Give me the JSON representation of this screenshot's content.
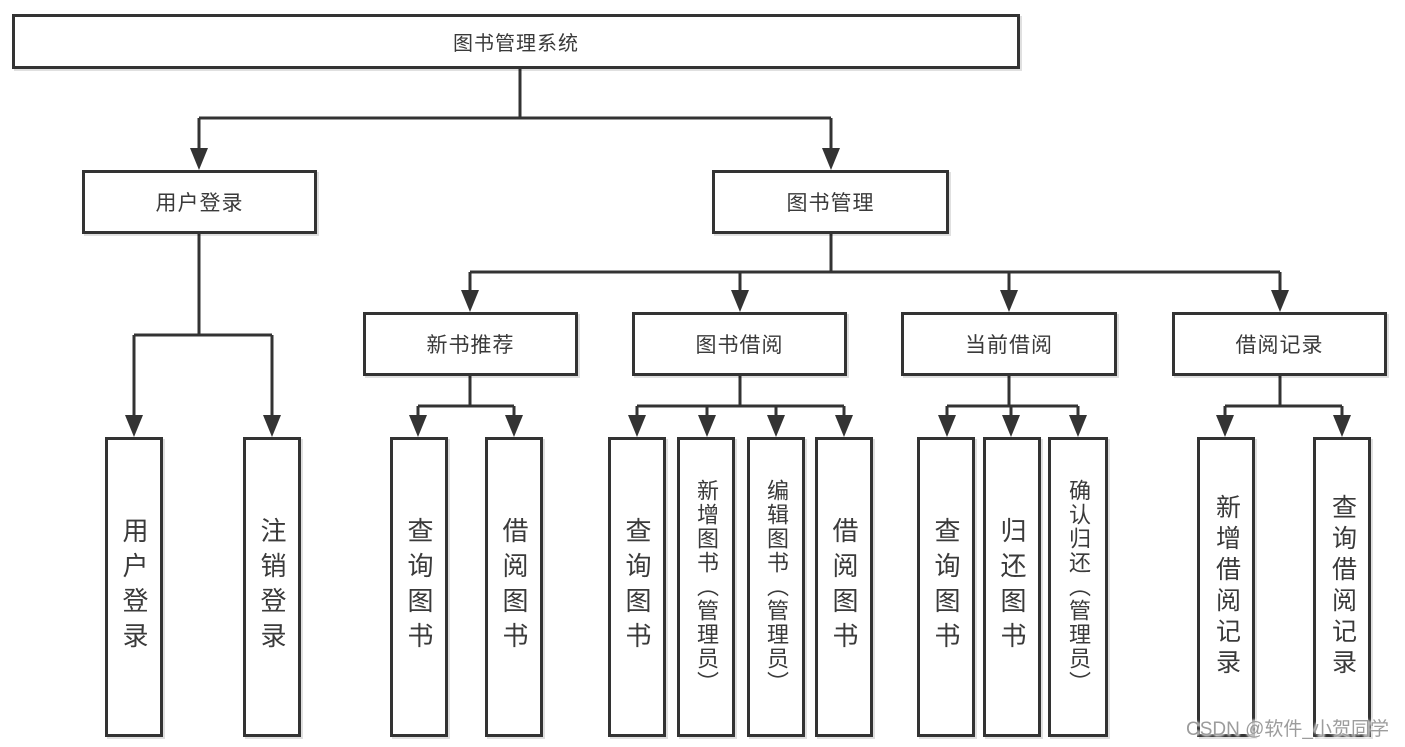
{
  "diagram": {
    "root": "图书管理系统",
    "branches": [
      {
        "label": "用户登录",
        "leaves": [
          "用户登录",
          "注销登录"
        ]
      },
      {
        "label": "图书管理",
        "sections": [
          {
            "label": "新书推荐",
            "leaves": [
              "查询图书",
              "借阅图书"
            ]
          },
          {
            "label": "图书借阅",
            "leaves": [
              "查询图书",
              "新增图书（管理员）",
              "编辑图书（管理员）",
              "借阅图书"
            ]
          },
          {
            "label": "当前借阅",
            "leaves": [
              "查询图书",
              "归还图书",
              "确认归还（管理员）"
            ]
          },
          {
            "label": "借阅记录",
            "leaves": [
              "新增借阅记录",
              "查询借阅记录"
            ]
          }
        ]
      }
    ]
  },
  "watermark": "CSDN @软件_小贺同学",
  "colors": {
    "line": "#333333",
    "box_border": "#333333",
    "box_fill": "#ffffff",
    "text": "#3a3a3a",
    "watermark": "#9c9c9c"
  }
}
